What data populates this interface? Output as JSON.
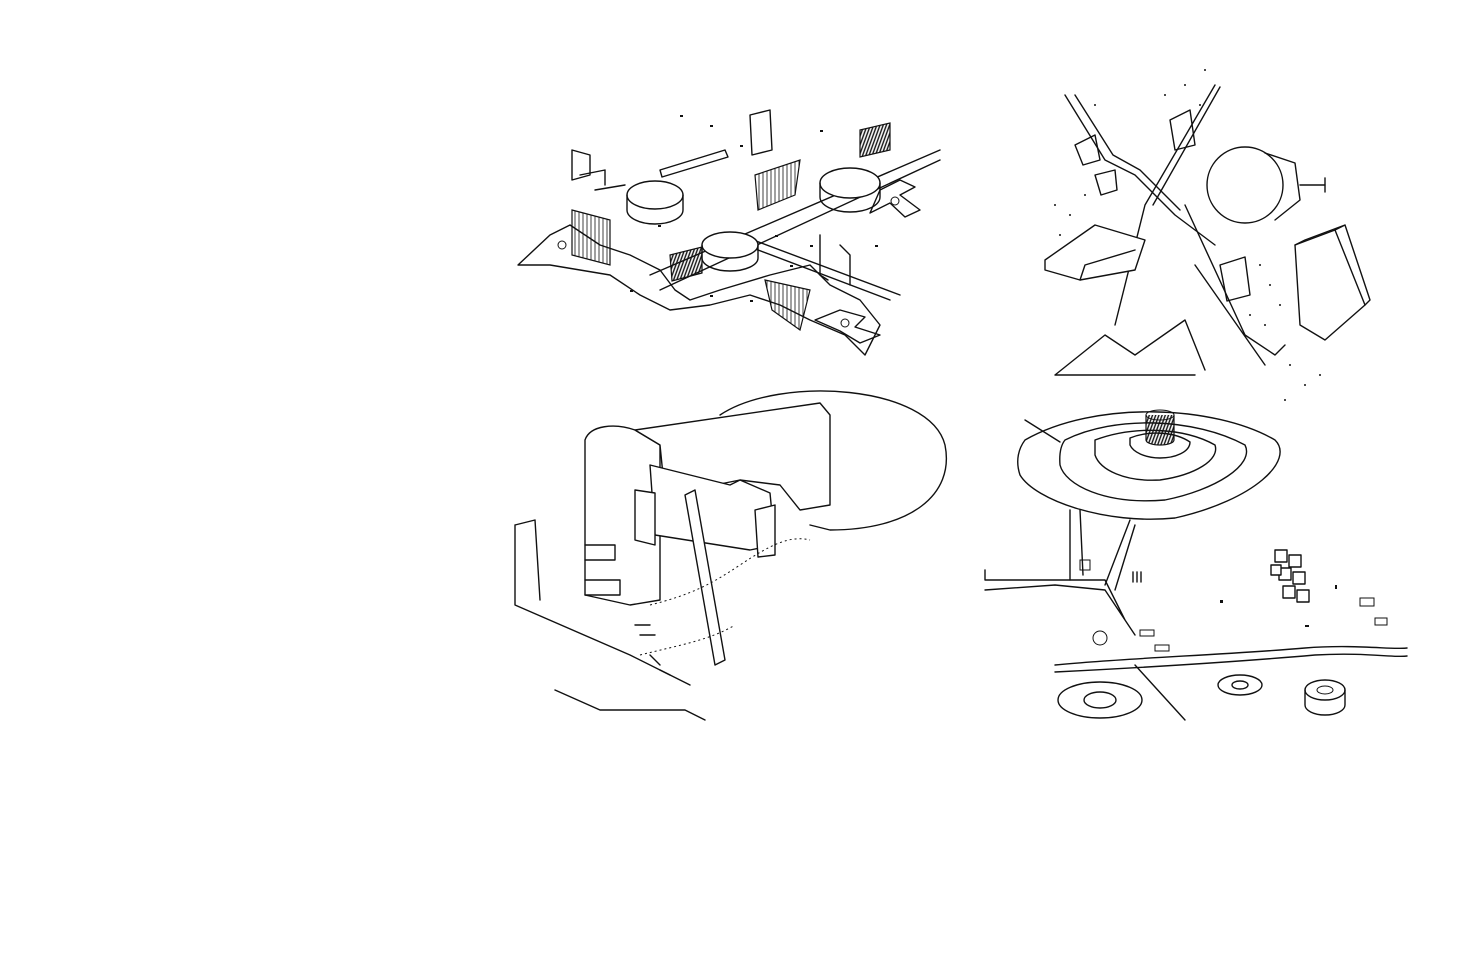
{
  "figure": {
    "background": "#ffffff",
    "stroke_color": "#111111",
    "panels": [
      {
        "id": "axonometric-plaza",
        "style": "line drawing"
      },
      {
        "id": "site-plan-fragments",
        "style": "line drawing"
      },
      {
        "id": "folded-volume",
        "style": "line drawing"
      },
      {
        "id": "terraced-mound",
        "style": "line drawing"
      }
    ]
  }
}
